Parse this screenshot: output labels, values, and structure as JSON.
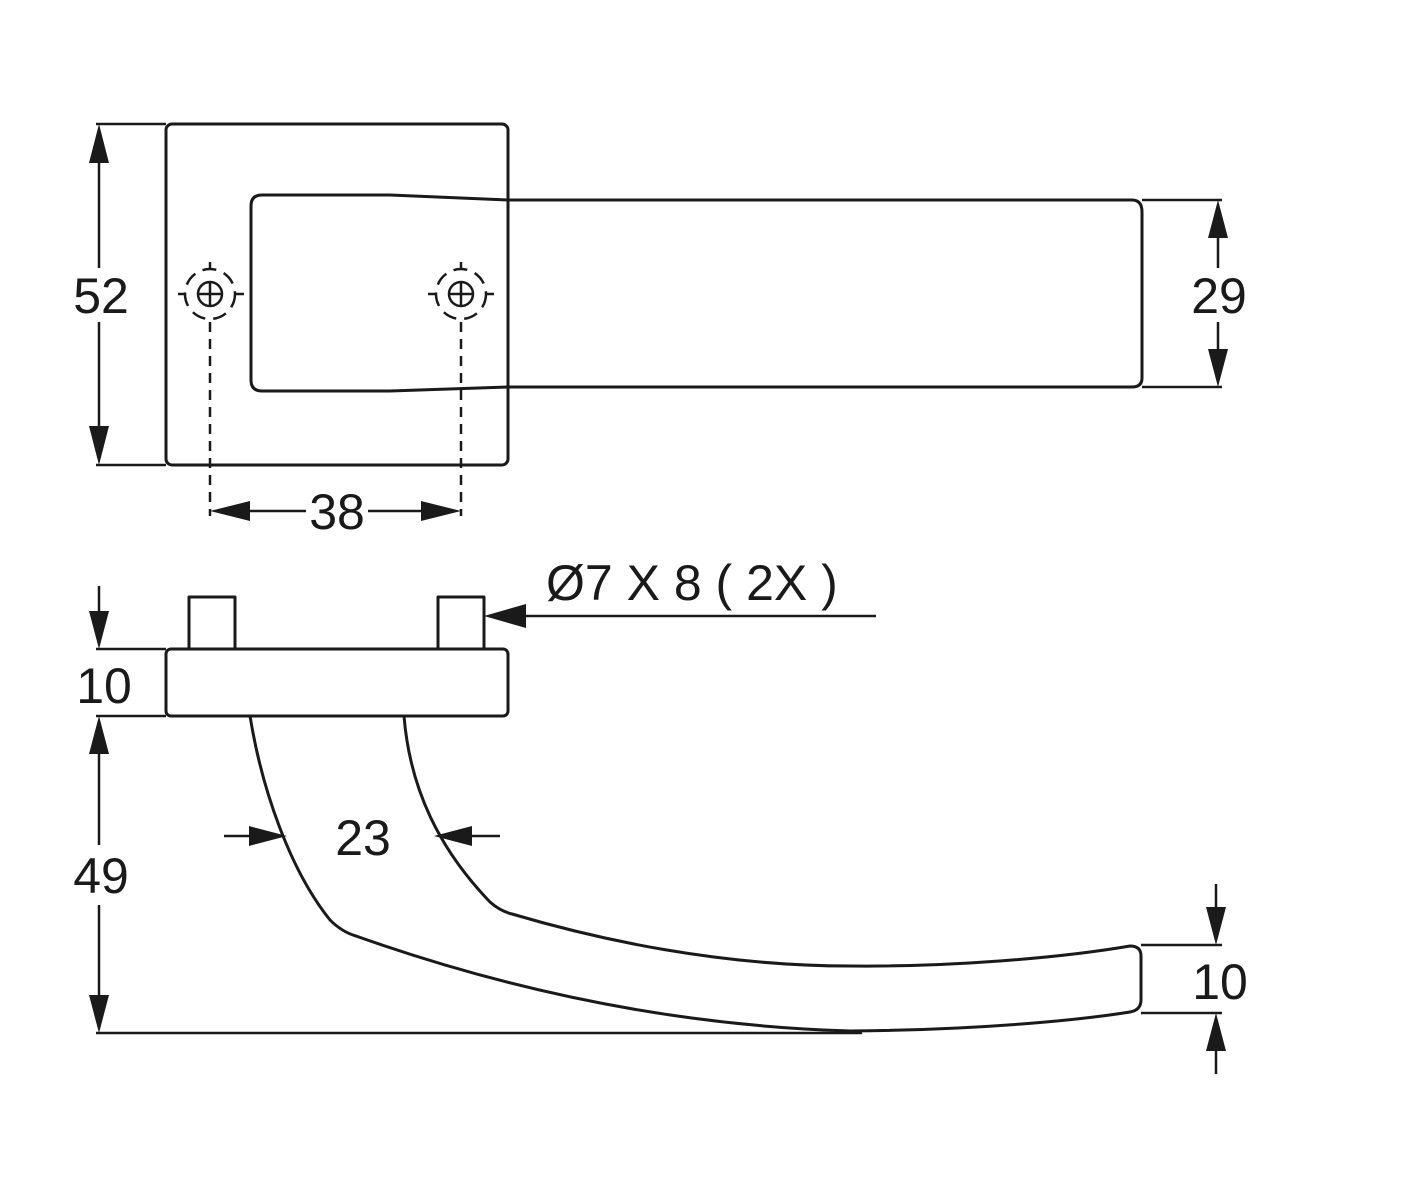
{
  "colors": {
    "ink": "#1a1a1a",
    "background": "#ffffff"
  },
  "dimensions": {
    "rose_height": "52",
    "handle_width": "29",
    "hole_spacing": "38",
    "pin_callout": "Ø7 X 8 ( 2X )",
    "rose_thickness": "10",
    "neck_width": "23",
    "projection": "49",
    "grip_thickness": "10"
  },
  "icons": {
    "hole_marker": "crosshair-circle-icon"
  }
}
